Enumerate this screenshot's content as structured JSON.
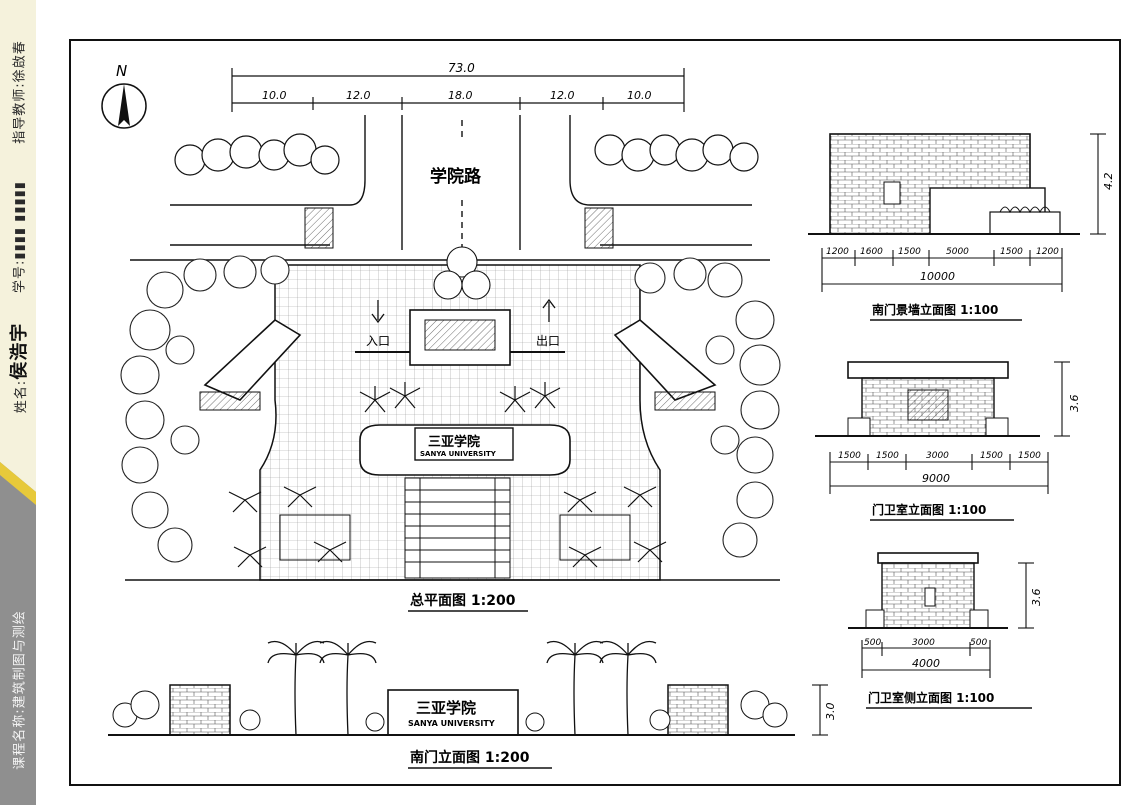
{
  "sidebar": {
    "name_label": "姓名:",
    "name_value": "侯浩宇",
    "student_no_label": "学号:",
    "student_no_value": "▮▮▮▮ ▮▮▮▮▮",
    "teacher_label": "指导教师:",
    "teacher_value": "徐啟春",
    "course_label": "课程名称:",
    "course_value": "建筑制图与测绘",
    "colors": {
      "top": "#f5f2dc",
      "accent": "#e7c93a",
      "bottom": "#8f8f8f"
    }
  },
  "site_plan": {
    "north": "N",
    "total_width": "73.0",
    "segments": [
      "10.0",
      "12.0",
      "18.0",
      "12.0",
      "10.0"
    ],
    "road_name": "学院路",
    "entrance": "入口",
    "exit": "出口",
    "sign_cn": "三亚学院",
    "sign_en": "SANYA UNIVERSITY",
    "caption": "总平面图 1:200"
  },
  "wall_elevation": {
    "height": "4.2",
    "dims": [
      "1200",
      "1600",
      "1500",
      "5000",
      "1500",
      "1200"
    ],
    "total": "10000",
    "caption": "南门景墙立面图 1:100"
  },
  "guard_front": {
    "height": "3.6",
    "dims": [
      "1500",
      "1500",
      "3000",
      "1500",
      "1500"
    ],
    "total": "9000",
    "caption": "门卫室立面图 1:100"
  },
  "guard_side": {
    "height": "3.6",
    "dims": [
      "500",
      "3000",
      "500"
    ],
    "total": "4000",
    "caption": "门卫室侧立面图 1:100"
  },
  "gate_elevation": {
    "height": "3.0",
    "sign_cn": "三亚学院",
    "sign_en": "SANYA UNIVERSITY",
    "caption": "南门立面图 1:200"
  }
}
